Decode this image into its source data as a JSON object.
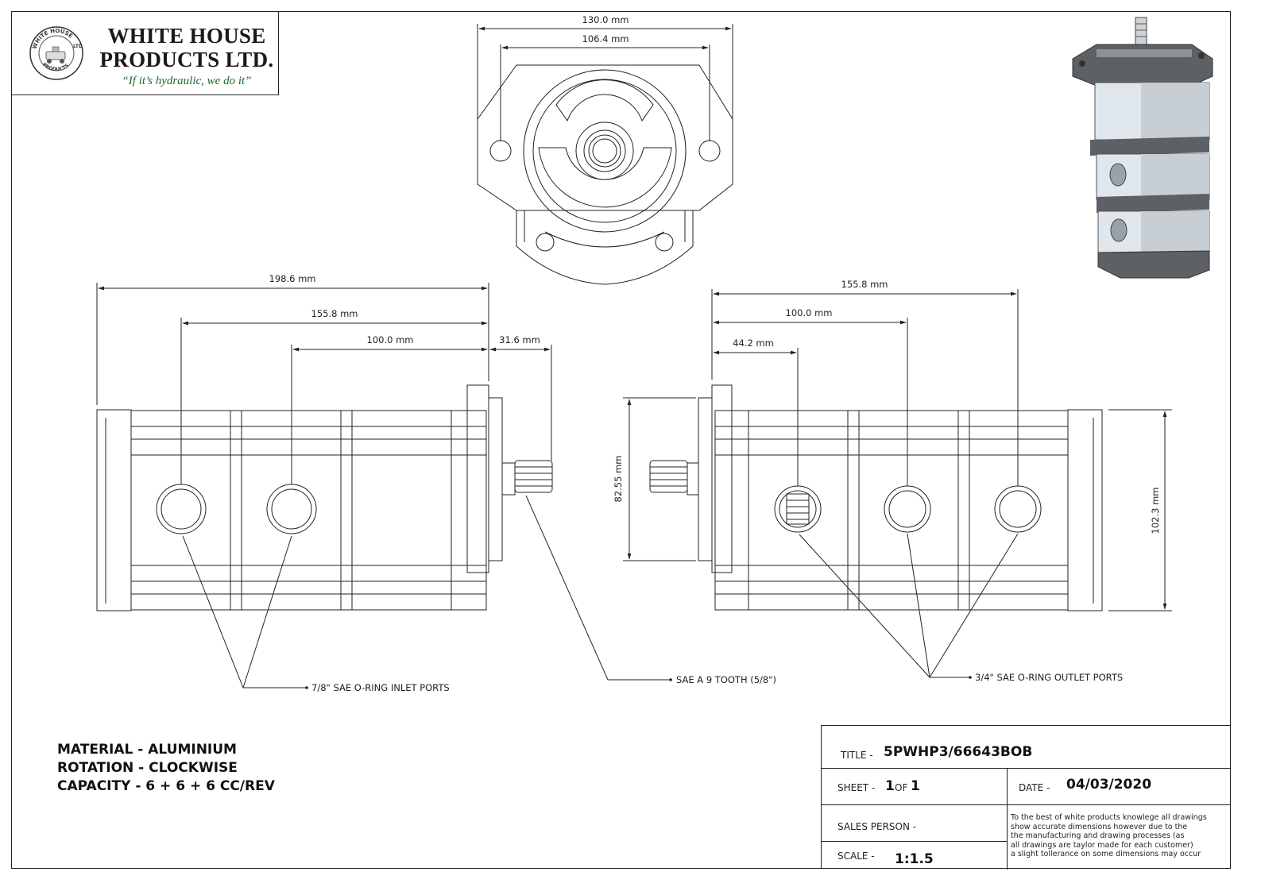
{
  "logo": {
    "name_line1": "WHITE HOUSE",
    "name_line2": "PRODUCTS LTD.",
    "tagline": "“If it’s hydraulic, we do it”",
    "seal_text_top": "WHITE HOUSE",
    "seal_text_right": "LTD",
    "seal_text_bottom": "PRODUCTS",
    "tagline_color": "#1d6b2a"
  },
  "front_view": {
    "dim_outer": "130.0 mm",
    "dim_holes": "106.4 mm"
  },
  "left_view": {
    "dim_overall": "198.6 mm",
    "dim_port1": "155.8 mm",
    "dim_port2": "100.0 mm",
    "dim_shaft": "31.6 mm"
  },
  "right_view": {
    "dim_port3": "155.8 mm",
    "dim_port2": "100.0 mm",
    "dim_port1": "44.2 mm",
    "dim_flange_height": "82.55 mm",
    "dim_body_height": "102.3 mm"
  },
  "callouts": {
    "inlet": "7/8\" SAE O-RING INLET PORTS",
    "shaft": "SAE A 9 TOOTH (5/8\")",
    "outlet": "3/4\" SAE O-RING OUTLET PORTS"
  },
  "specs": [
    "MATERIAL - ALUMINIUM",
    "ROTATION - CLOCKWISE",
    "CAPACITY - 6 + 6 + 6 CC/REV"
  ],
  "title_block": {
    "title_label": "TITLE -",
    "title_value": "5PWHP3/66643BOB",
    "sheet_label": "SHEET -",
    "sheet_num": "1",
    "sheet_of": "OF",
    "sheet_total": "1",
    "date_label": "DATE -",
    "date_value": "04/03/2020",
    "sales_label": "SALES PERSON -",
    "sales_value": "",
    "scale_label": "SCALE -",
    "scale_value": "1:1.5",
    "disclaimer": [
      "To the best of white products knowlege all drawings",
      "show accurate dimensions however due to the",
      "the manufacturing and drawing processes (as",
      "all drawings are taylor made for each customer)",
      "a slight tollerance on some dimensions may occur"
    ]
  }
}
